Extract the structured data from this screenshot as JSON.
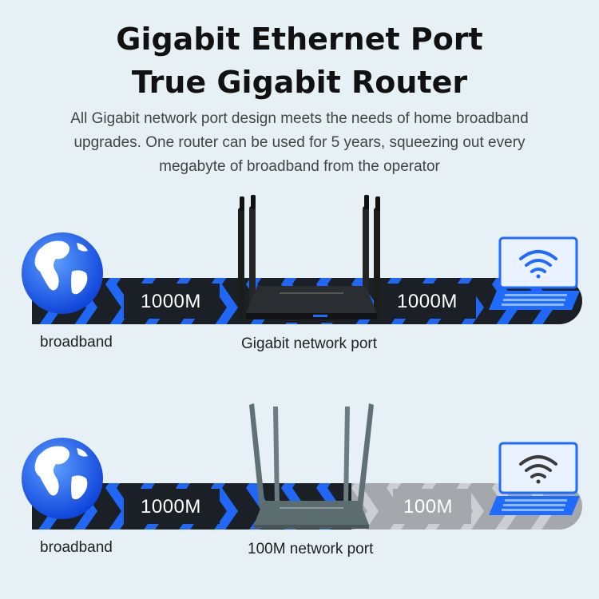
{
  "header": {
    "title_line1": "Gigabit Ethernet Port",
    "title_line2": "True Gigabit Router",
    "description": "All Gigabit network port design meets the needs of home broadband upgrades. One router can be used for 5 years, squeezing out every megabyte of broadband from the operator"
  },
  "top": {
    "speed_left": "1000M",
    "speed_right": "1000M",
    "label_left": "broadband",
    "label_center": "Gigabit network port"
  },
  "bottom": {
    "speed_left": "1000M",
    "speed_right": "100M",
    "label_left": "broadband",
    "label_center": "100M network port"
  },
  "icons": [
    "globe-icon",
    "router-icon",
    "laptop-icon",
    "wifi-icon",
    "chevron-right-icon"
  ],
  "colors": {
    "accent_blue": "#1f6bff",
    "band_dark": "#1b1f26",
    "band_gray": "#a4a7ab",
    "wifi_gray": "#3b3b3b",
    "background": "#e7f0f5"
  }
}
